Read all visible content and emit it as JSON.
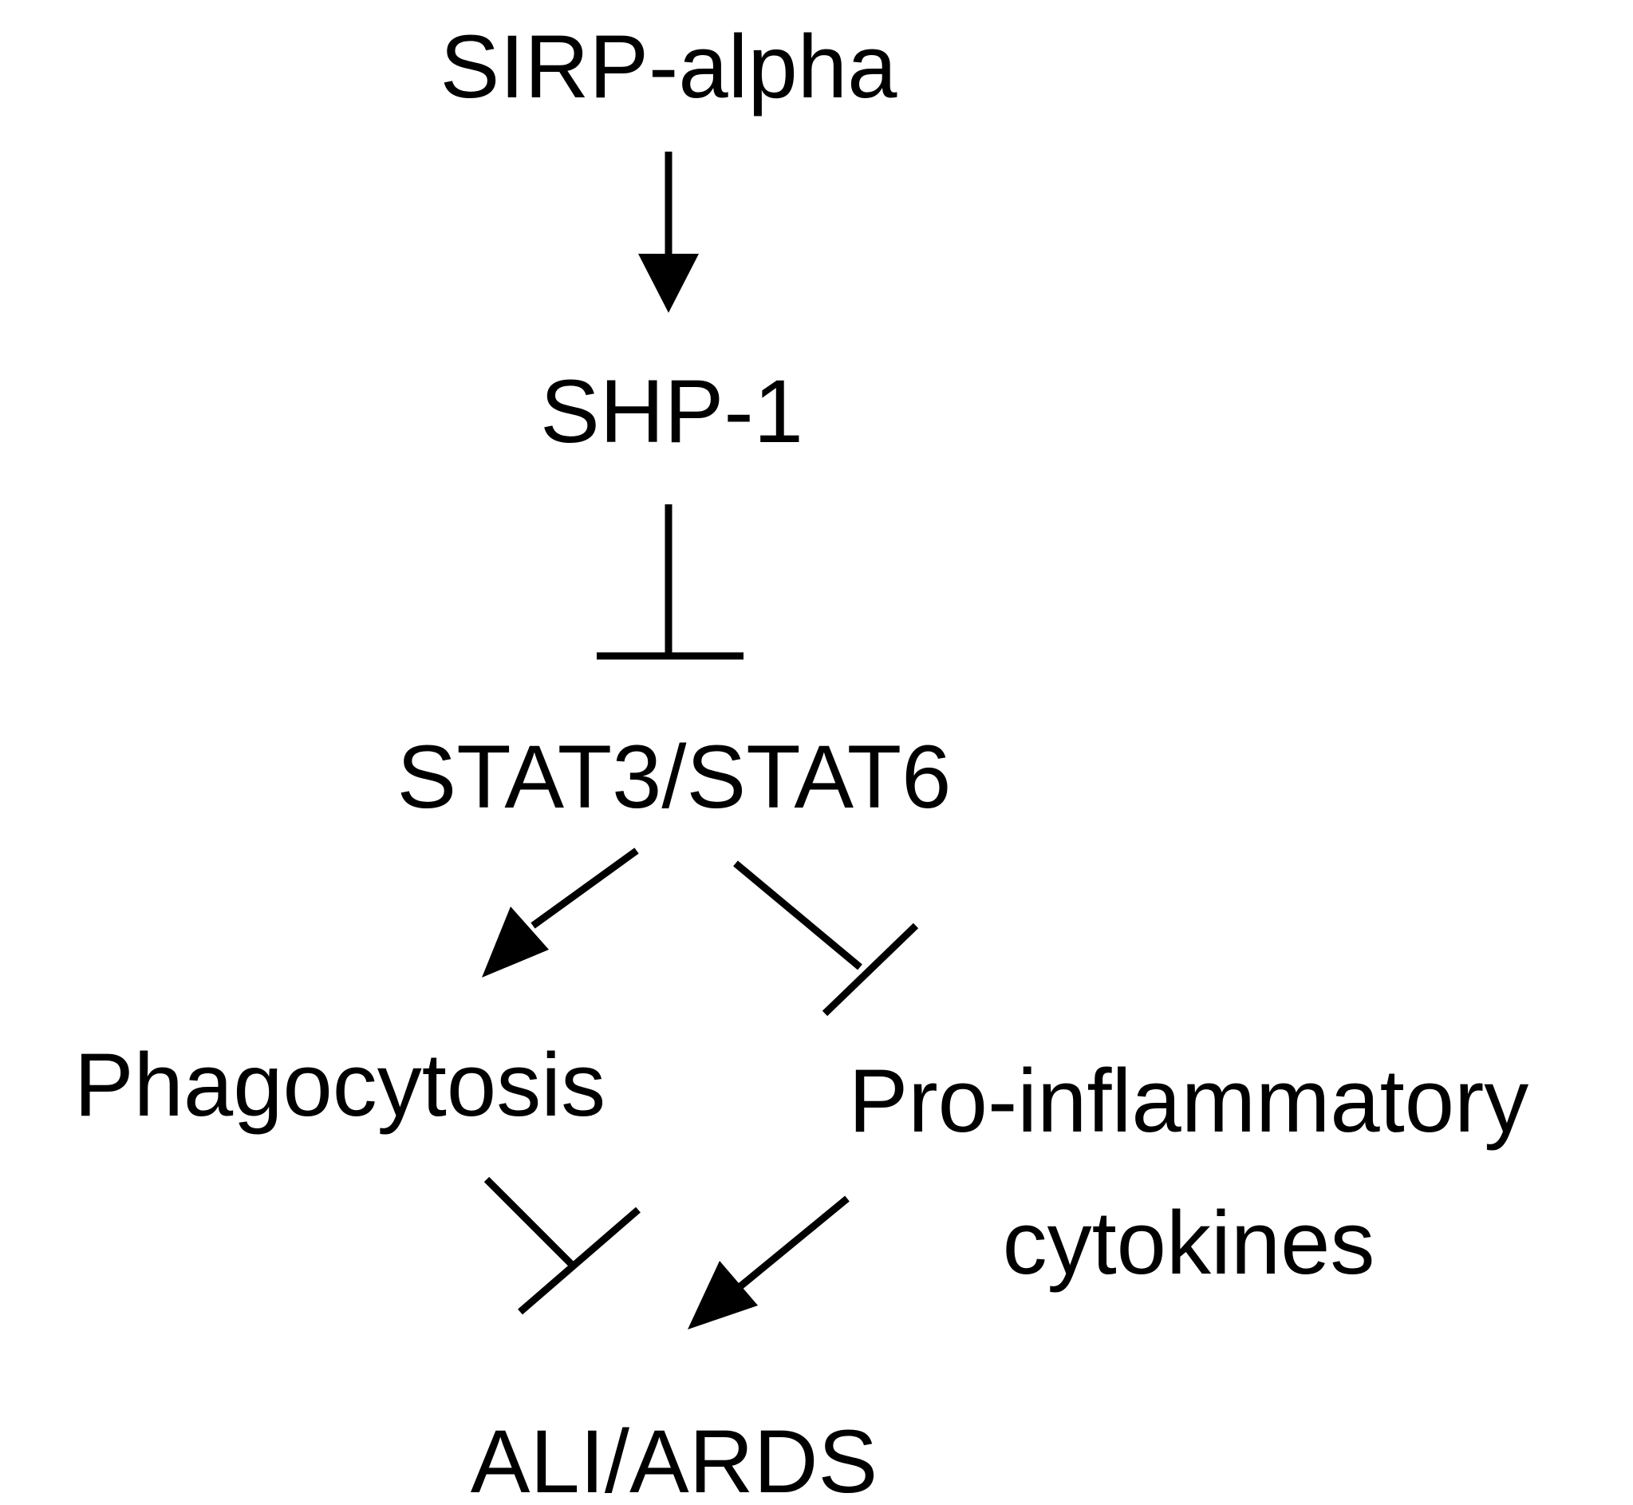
{
  "nodes": {
    "sirp_alpha": "SIRP-alpha",
    "shp1": "SHP-1",
    "stat": "STAT3/STAT6",
    "phagocytosis": "Phagocytosis",
    "proinflammatory_line1": "Pro-inflammatory",
    "proinflammatory_line2": "cytokines",
    "ali_ards": "ALI/ARDS"
  },
  "edges": [
    {
      "from": "SIRP-alpha",
      "to": "SHP-1",
      "type": "activation"
    },
    {
      "from": "SHP-1",
      "to": "STAT3/STAT6",
      "type": "inhibition"
    },
    {
      "from": "STAT3/STAT6",
      "to": "Phagocytosis",
      "type": "activation"
    },
    {
      "from": "STAT3/STAT6",
      "to": "Pro-inflammatory cytokines",
      "type": "inhibition"
    },
    {
      "from": "Phagocytosis",
      "to": "ALI/ARDS",
      "type": "inhibition"
    },
    {
      "from": "Pro-inflammatory cytokines",
      "to": "ALI/ARDS",
      "type": "activation"
    }
  ],
  "colors": {
    "ink": "#000000",
    "background": "#ffffff"
  }
}
